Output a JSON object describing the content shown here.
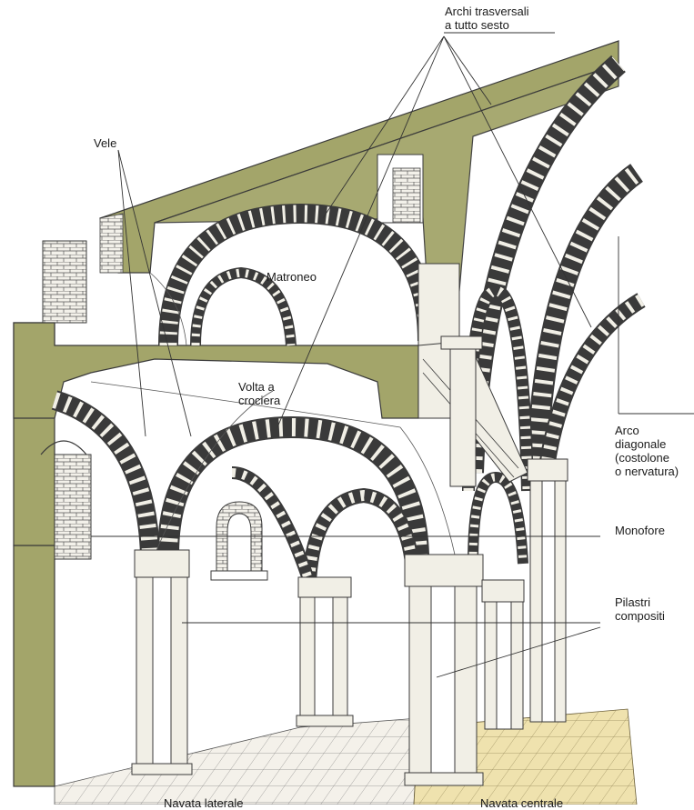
{
  "colors": {
    "section": "#a3a56a",
    "stroke": "#3a3a3a",
    "stone": "#f1efe6",
    "floor_left": "#f4f1ea",
    "floor_right": "#efe2ae",
    "label_line": "#333333"
  },
  "labels": {
    "archi": "Archi trasversali\na tutto sesto",
    "vele": "Vele",
    "matroneo": "Matroneo",
    "volta": "Volta a\ncrociera",
    "arco_diagonale": "Arco\ndiagonale\n(costolone\no nervatura)",
    "monofore": "Monofore",
    "pilastri": "Pilastri\ncompositi",
    "navata_laterale": "Navata laterale",
    "navata_centrale": "Navata centrale"
  }
}
